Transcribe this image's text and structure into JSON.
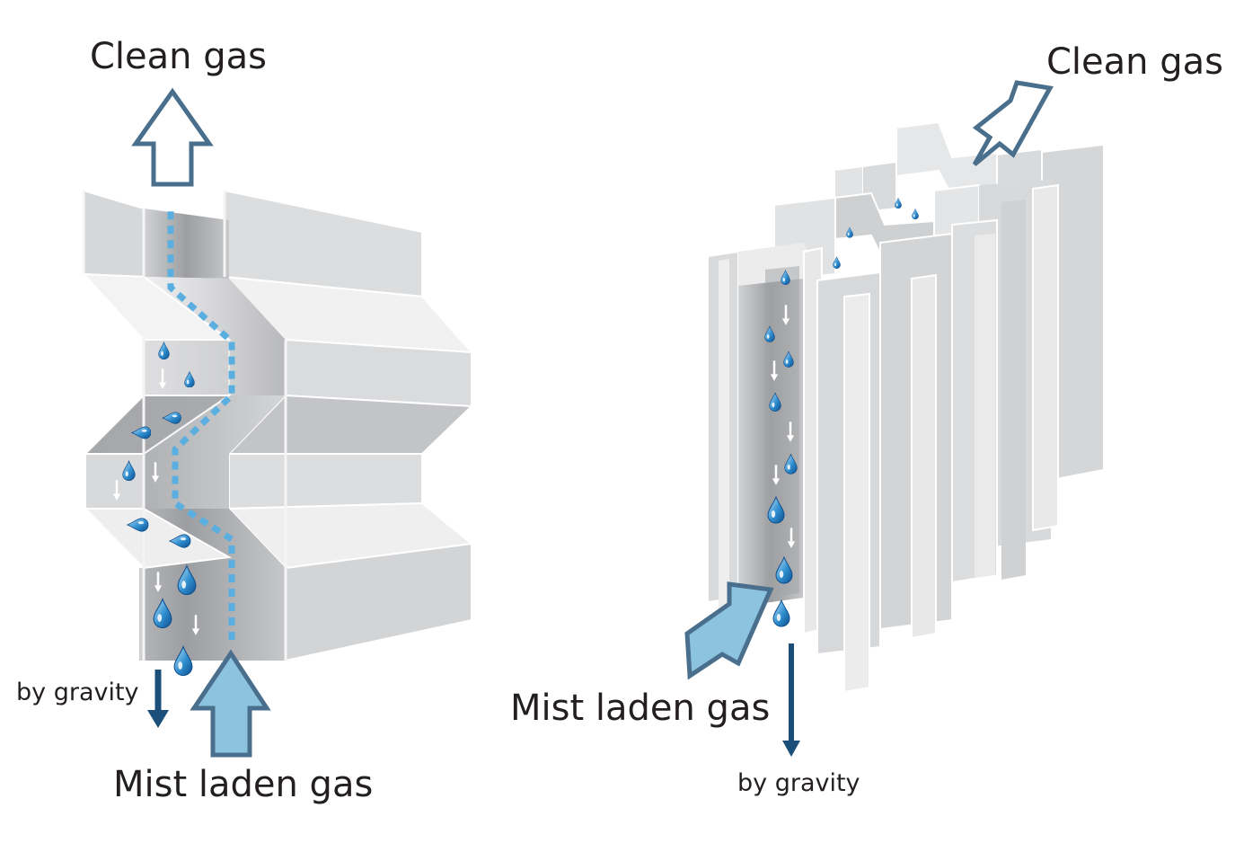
{
  "left_panel": {
    "clean_gas_label": "Clean gas",
    "mist_gas_label": "Mist laden gas",
    "gravity_label": "by gravity"
  },
  "right_panel": {
    "clean_gas_label": "Clean gas",
    "mist_gas_label": "Mist laden gas",
    "gravity_label": "by gravity"
  },
  "colors": {
    "outline_arrow": "#4a6f8c",
    "inlet_arrow_fill": "#8cc4e0",
    "gas_path": "#5aaee0",
    "gravity_arrow": "#1b4f7a",
    "droplet": "#1e73b8",
    "vane_light": "#ededee",
    "vane_mid": "#d6d7d9",
    "vane_dark": "#a5a6a9"
  }
}
